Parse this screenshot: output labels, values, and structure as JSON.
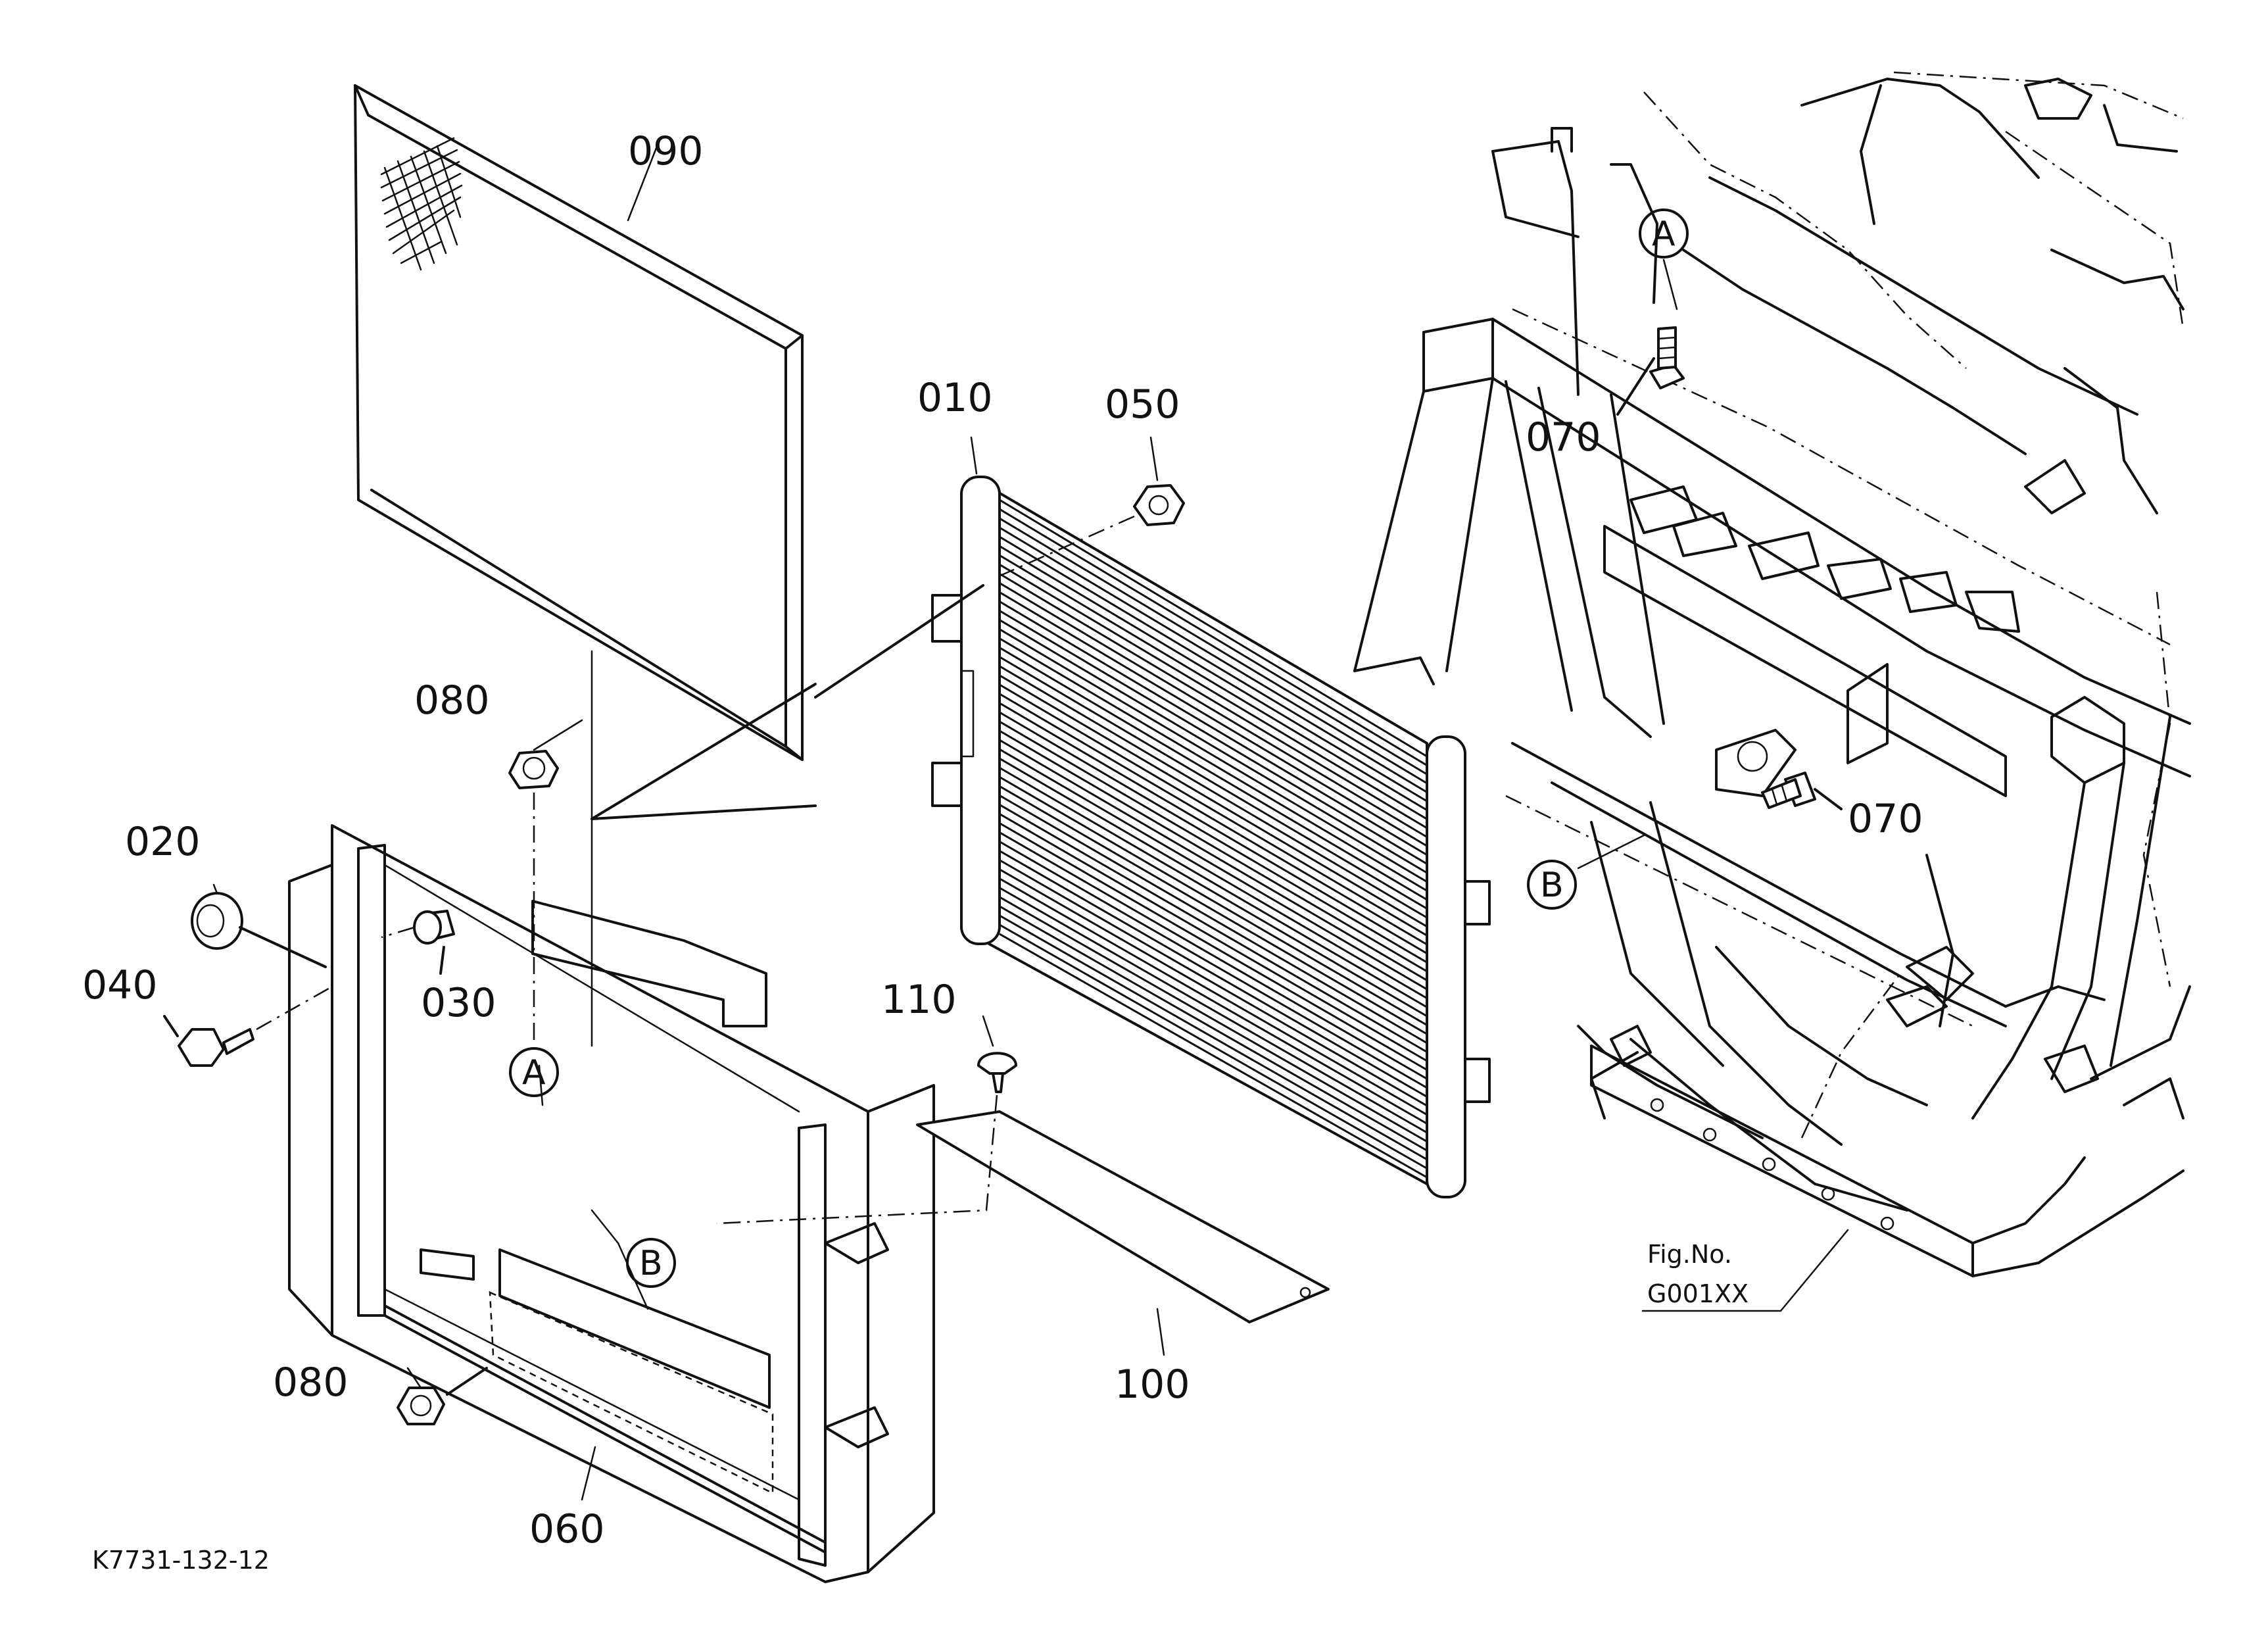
{
  "diagram": {
    "part_labels": [
      "090",
      "010",
      "050",
      "070",
      "070",
      "080",
      "020",
      "040",
      "030",
      "110",
      "080",
      "060",
      "100"
    ],
    "reference_markers": [
      "A",
      "A",
      "B",
      "B"
    ],
    "fig_reference": {
      "line1": "Fig.No.",
      "line2": "G001XX"
    },
    "drawing_id": "K7731-132-12"
  }
}
